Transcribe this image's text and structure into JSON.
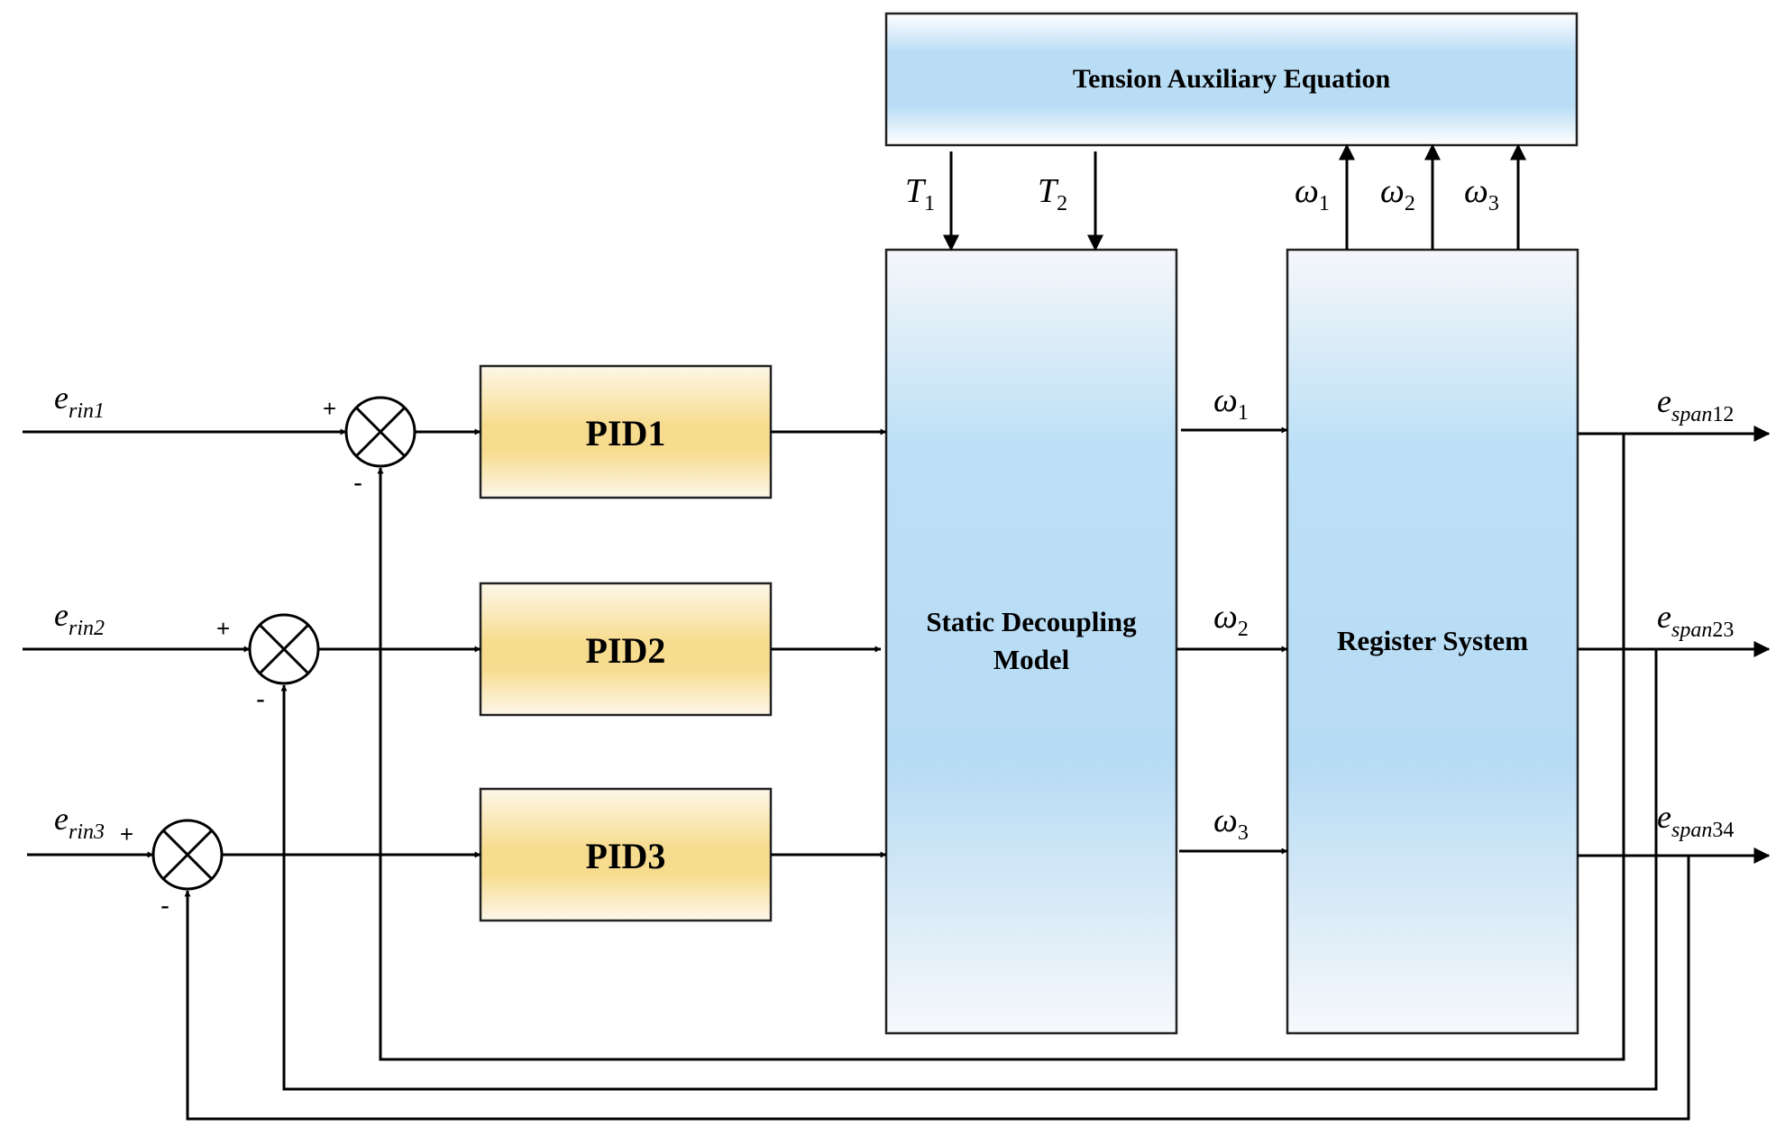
{
  "blocks": {
    "tension": "Tension Auxiliary Equation",
    "pid1": "PID1",
    "pid2": "PID2",
    "pid3": "PID3",
    "sdm_line1": "Static Decoupling",
    "sdm_line2": "Model",
    "register": "Register System"
  },
  "inputs": [
    {
      "sym": "e",
      "sub": "rin1"
    },
    {
      "sym": "e",
      "sub": "rin2"
    },
    {
      "sym": "e",
      "sub": "rin3"
    }
  ],
  "outputs": [
    {
      "sym": "e",
      "sub": "span",
      "num": "12"
    },
    {
      "sym": "e",
      "sub": "span",
      "num": "23"
    },
    {
      "sym": "e",
      "sub": "span",
      "num": "34"
    }
  ],
  "tensions": [
    {
      "sym": "T",
      "sub": "1"
    },
    {
      "sym": "T",
      "sub": "2"
    }
  ],
  "omegas": [
    {
      "sym": "ω",
      "sub": "1"
    },
    {
      "sym": "ω",
      "sub": "2"
    },
    {
      "sym": "ω",
      "sub": "3"
    }
  ],
  "signs": {
    "plus": "+",
    "minus": "-"
  },
  "colors": {
    "blue_box": "#b9ddf5",
    "yellow_box": "#f7dc8f",
    "line": "#000000"
  }
}
